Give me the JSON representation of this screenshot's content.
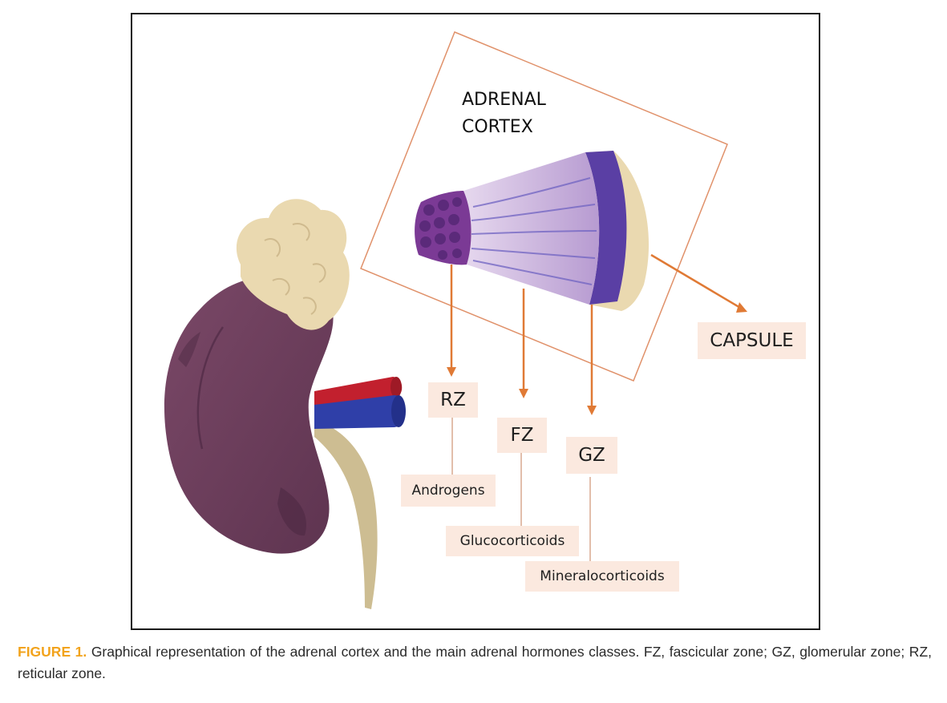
{
  "figure": {
    "title_line1": "ADRENAL",
    "title_line2": "CORTEX",
    "capsule": "CAPSULE",
    "zones": [
      {
        "abbr": "RZ",
        "hormone": "Androgens"
      },
      {
        "abbr": "FZ",
        "hormone": "Glucocorticoids"
      },
      {
        "abbr": "GZ",
        "hormone": "Mineralocorticoids"
      }
    ]
  },
  "caption": {
    "label": "FIGURE 1.",
    "text": "Graphical representation of the adrenal cortex and the main adrenal hormones classes. FZ, fascicular zone; GZ, glomerular zone; RZ, reticular zone."
  },
  "colors": {
    "kidney": "#6e3f5c",
    "adrenal_gland": "#ead9b0",
    "artery": "#c2202e",
    "vein": "#2f3fa8",
    "ureter": "#cdbd92",
    "arrow": "#e07a35",
    "label_fill": "#fbe9df",
    "frame": "#e0916a",
    "caption_label": "#f2a31c"
  }
}
